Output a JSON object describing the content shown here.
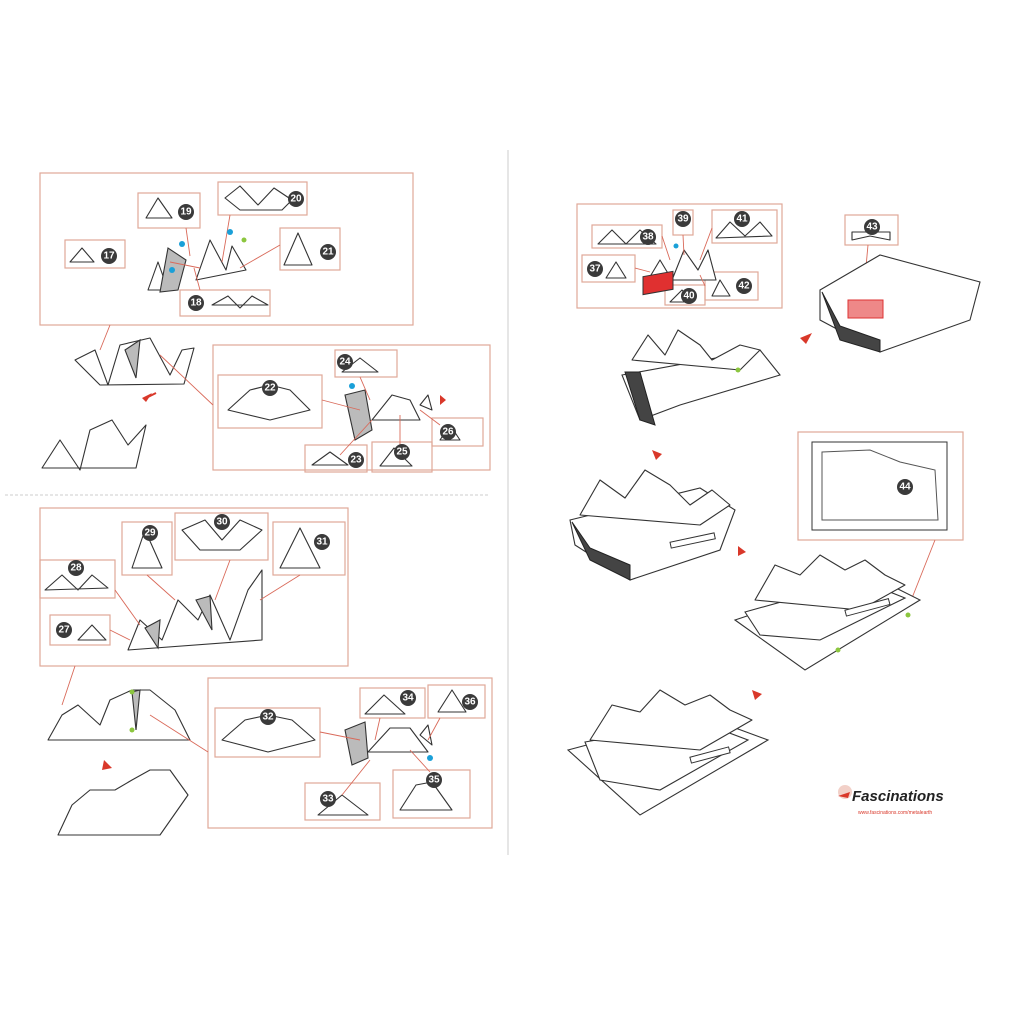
{
  "steps": {
    "left_top": [
      "17",
      "18",
      "19",
      "20",
      "21"
    ],
    "left_mid": [
      "22",
      "23",
      "24",
      "25",
      "26"
    ],
    "left_lower": [
      "27",
      "28",
      "29",
      "30",
      "31"
    ],
    "left_bottom": [
      "32",
      "33",
      "34",
      "35",
      "36"
    ],
    "right_top": [
      "37",
      "38",
      "39",
      "40",
      "41",
      "42"
    ],
    "right_43": "43",
    "right_44": "44"
  },
  "colors": {
    "leader": "#d96a5a",
    "arrow": "#d9382a",
    "box": "#e0a898",
    "glue_dot_blue": "#1aa0d8",
    "glue_dot_green": "#8cc63f"
  },
  "logo": {
    "name": "Fascinations",
    "url": "www.fascinations.com/metalearth"
  }
}
